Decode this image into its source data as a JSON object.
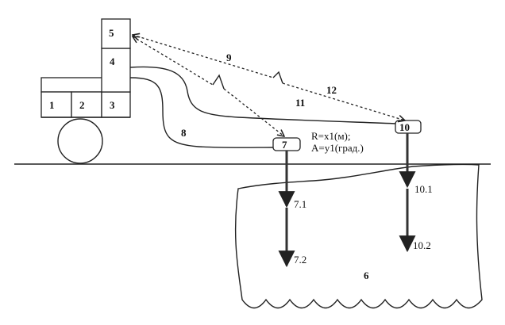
{
  "labels": {
    "n1": "1",
    "n2": "2",
    "n3": "3",
    "n4": "4",
    "n5": "5",
    "n6": "6",
    "n7": "7",
    "n7_1": "7.1",
    "n7_2": "7.2",
    "n8": "8",
    "n9": "9",
    "n10": "10",
    "n10_1": "10.1",
    "n10_2": "10.2",
    "n11": "11",
    "n12": "12"
  },
  "readout": {
    "line1": "R=x1(м);",
    "line2": "A=y1(град.)"
  }
}
